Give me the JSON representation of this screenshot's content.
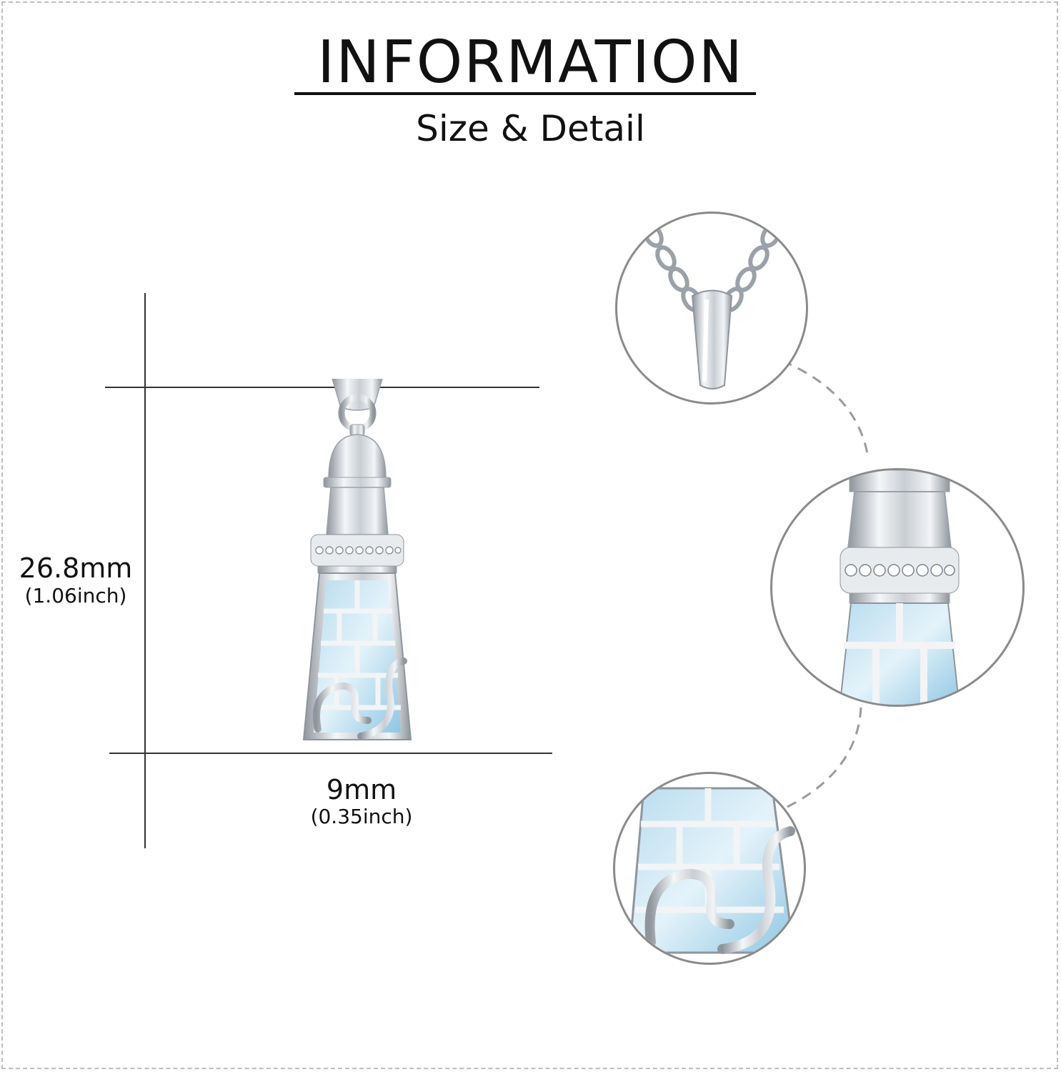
{
  "header": {
    "title": "INFORMATION",
    "subtitle": "Size & Detail"
  },
  "dimensions": {
    "height": {
      "value": "26.8mm",
      "imperial": "(1.06inch)"
    },
    "width": {
      "value": "9mm",
      "imperial": "(0.35inch)"
    }
  },
  "colors": {
    "silver": "#d9dde2",
    "silver_dark": "#8e959c",
    "moonstone": "#a9d4ea",
    "moonstone_light": "#dff0f8",
    "frame": "#bdbdbd",
    "circle_border": "#8a8a8a"
  },
  "detail_views": [
    "bail-chain-detail",
    "crown-cz-band-detail",
    "wave-base-detail"
  ]
}
